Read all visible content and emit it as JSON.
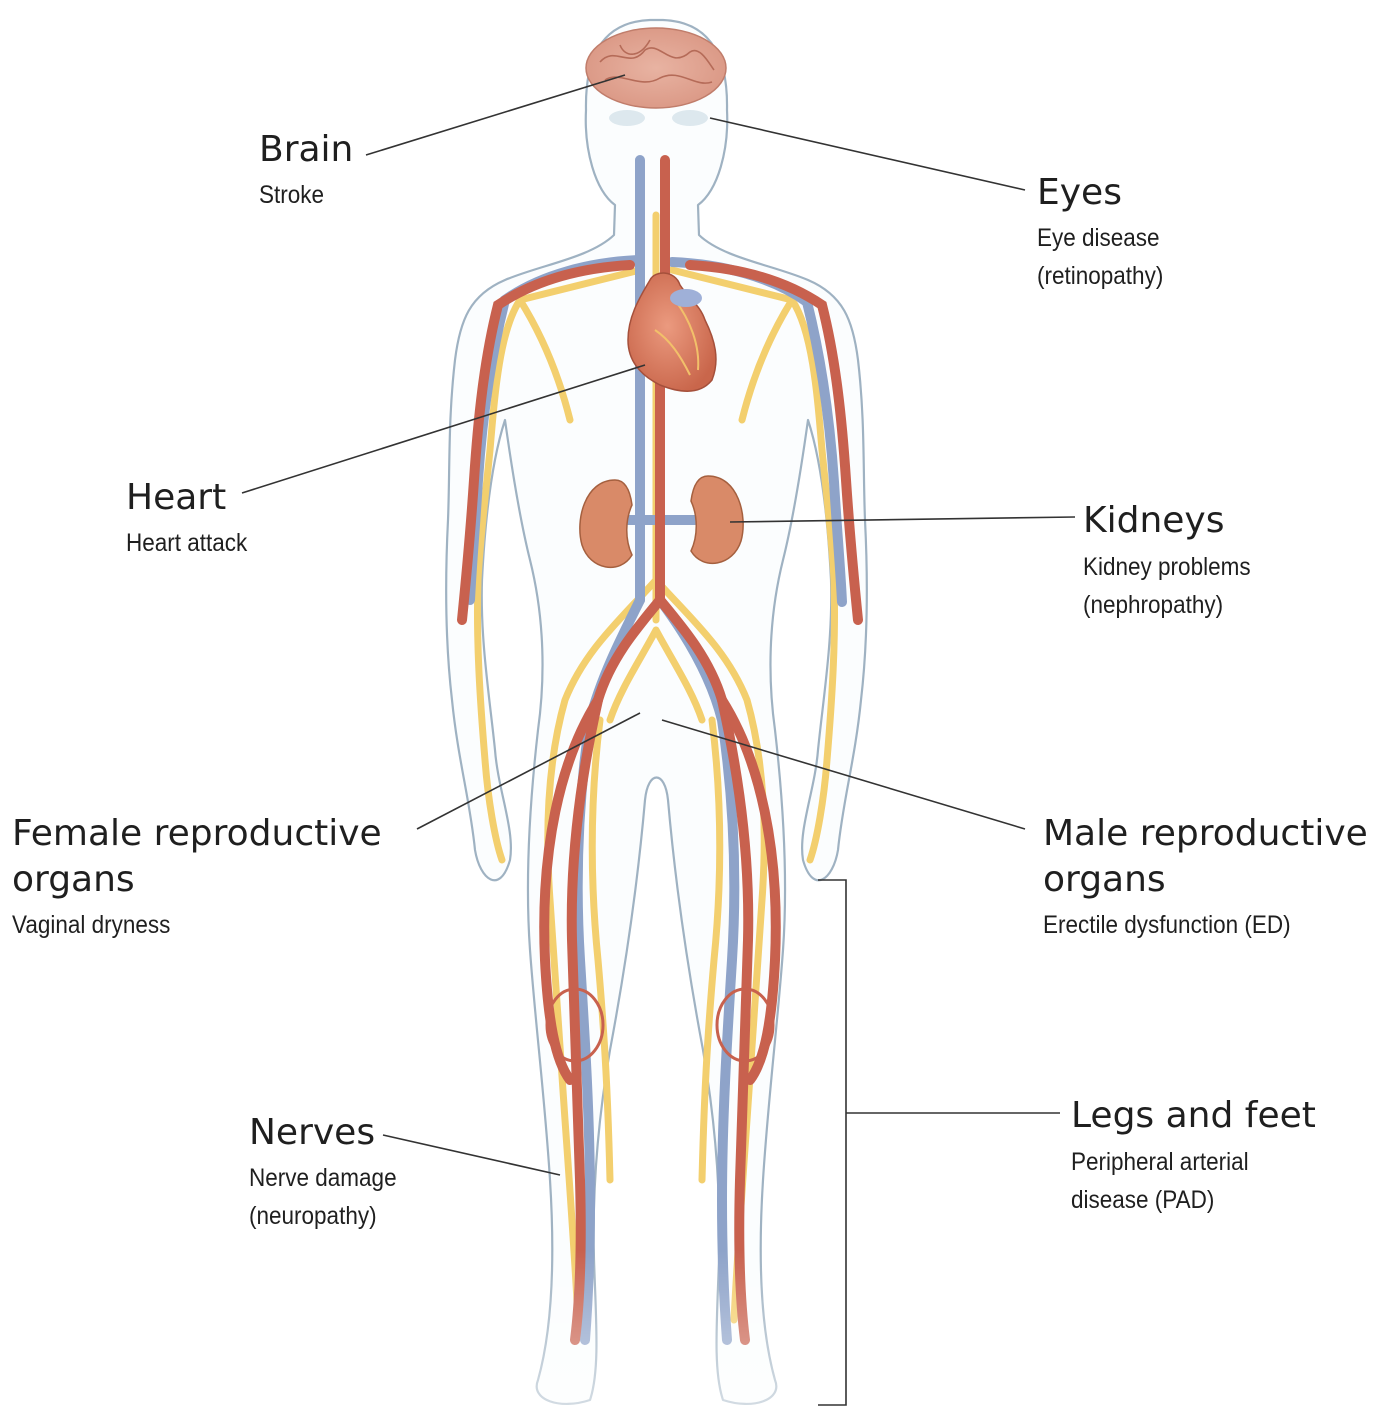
{
  "labels": {
    "brain": {
      "title": "Brain",
      "sub": "Stroke"
    },
    "eyes": {
      "title": "Eyes",
      "sub1": "Eye disease",
      "sub2": "(retinopathy)"
    },
    "heart": {
      "title": "Heart",
      "sub": "Heart attack"
    },
    "kidneys": {
      "title": "Kidneys",
      "sub1": "Kidney problems",
      "sub2": "(nephropathy)"
    },
    "female": {
      "title1": "Female reproductive",
      "title2": "organs",
      "sub": "Vaginal dryness"
    },
    "male": {
      "title1": "Male reproductive",
      "title2": "organs",
      "sub": "Erectile dysfunction (ED)"
    },
    "legs": {
      "title": "Legs and feet",
      "sub1": "Peripheral arterial",
      "sub2": "disease (PAD)"
    },
    "nerves": {
      "title": "Nerves",
      "sub1": "Nerve damage",
      "sub2": "(neuropathy)"
    }
  },
  "colors": {
    "artery": "#c8614e",
    "vein": "#8ea3c9",
    "nerve": "#f3cf6e",
    "outline": "#9fb2c2",
    "organ": "#d98a68",
    "leader": "#333333"
  }
}
